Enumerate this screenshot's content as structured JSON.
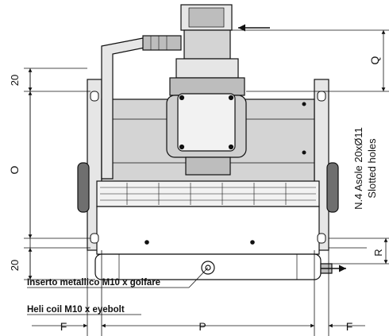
{
  "drawing": {
    "dimensions": {
      "top_margin": "20",
      "bottom_margin": "20",
      "overall_height": "O",
      "top_right": "Q",
      "right_low": "R",
      "bottom_left": "F",
      "bottom_center": "P",
      "bottom_right": "F"
    },
    "notes": {
      "slots_it": "N.4 Asole 20xØ11",
      "slots_en": "Slotted holes",
      "insert_it": "Inserto metallico M10 x golfare",
      "insert_en": "Heli coil M10 x eyebolt"
    },
    "colors": {
      "line": "#111111",
      "fill_light": "#e6e6e6",
      "fill_mid": "#bdbdbd",
      "fill_dark": "#6f6f6f"
    }
  }
}
